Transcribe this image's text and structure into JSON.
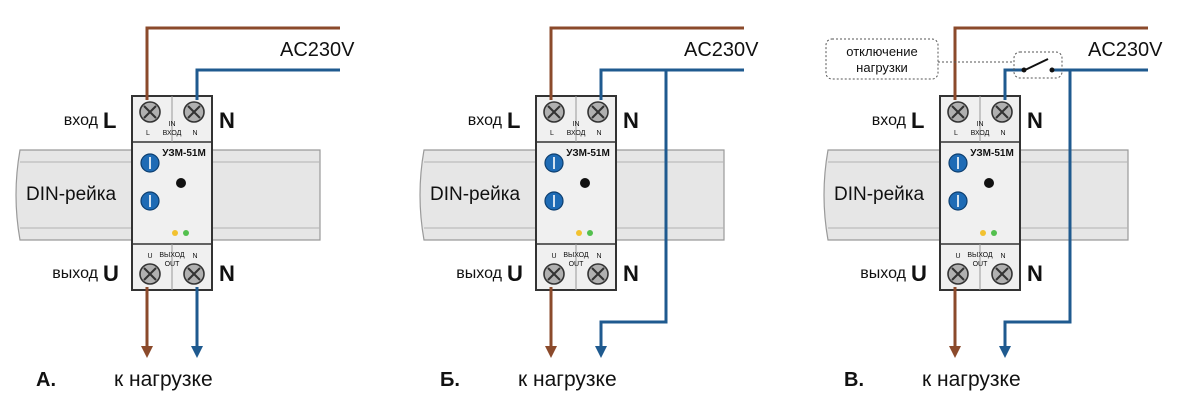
{
  "colors": {
    "phase_wire": "#8b4a2b",
    "neutral_wire": "#1f5a8f",
    "device_body": "#f0f0f0",
    "rail": "#e6e6e6",
    "screw": "#b0b0b0",
    "knob": "#1e6bb5",
    "led_yellow": "#f2c230",
    "led_green": "#53c04e"
  },
  "common": {
    "ac_label": "AC230V",
    "input_label": "вход",
    "output_label": "выход",
    "rail_label": "DIN-рейка",
    "terminal_L": "L",
    "terminal_N": "N",
    "terminal_U": "U",
    "device_model": "УЗМ-51М",
    "in_small": "IN",
    "in_small_ru": "ВХОД",
    "out_small_ru": "ВЫХОД",
    "out_small": "OUT",
    "small_L": "L",
    "small_N": "N",
    "small_U": "U",
    "load_label": "к нагрузке"
  },
  "panels": [
    {
      "letter": "А.",
      "variant": "direct",
      "note": ""
    },
    {
      "letter": "Б.",
      "variant": "bypass",
      "note": ""
    },
    {
      "letter": "В.",
      "variant": "switched",
      "note_lines": [
        "отключение",
        "нагрузки"
      ]
    }
  ]
}
